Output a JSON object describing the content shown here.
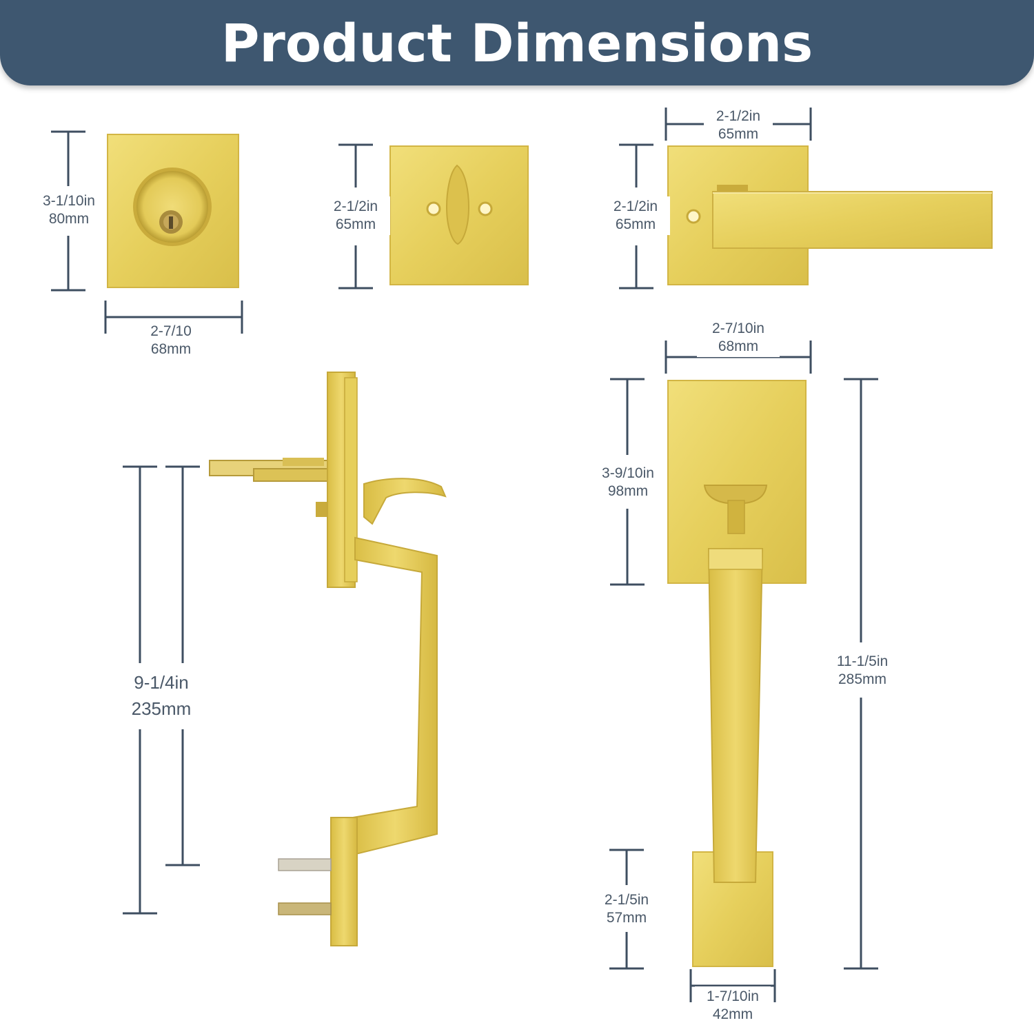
{
  "title": "Product Dimensions",
  "colors": {
    "banner": "#3e5770",
    "dimension_line": "#3e4e60",
    "brass": "#ead568"
  },
  "dimensions": {
    "deadbolt_height": {
      "in": "3-1/10in",
      "mm": "80mm"
    },
    "deadbolt_width": {
      "in": "2-7/10",
      "mm": "68mm"
    },
    "thumbturn_height": {
      "in": "2-1/2in",
      "mm": "65mm"
    },
    "lever_width": {
      "in": "2-1/2in",
      "mm": "65mm"
    },
    "lever_height": {
      "in": "2-1/2in",
      "mm": "65mm"
    },
    "handle_side_height": {
      "in": "9-1/4in",
      "mm": "235mm"
    },
    "plate_width": {
      "in": "2-7/10in",
      "mm": "68mm"
    },
    "plate_height": {
      "in": "3-9/10in",
      "mm": "98mm"
    },
    "handle_total_height": {
      "in": "11-1/5in",
      "mm": "285mm"
    },
    "bottom_plate_height": {
      "in": "2-1/5in",
      "mm": "57mm"
    },
    "bottom_plate_width": {
      "in": "1-7/10in",
      "mm": "42mm"
    }
  },
  "icons": [
    "deadbolt-keyhole-icon",
    "thumbturn-icon",
    "lever-handle-icon",
    "handleset-side-icon",
    "handleset-front-icon"
  ]
}
